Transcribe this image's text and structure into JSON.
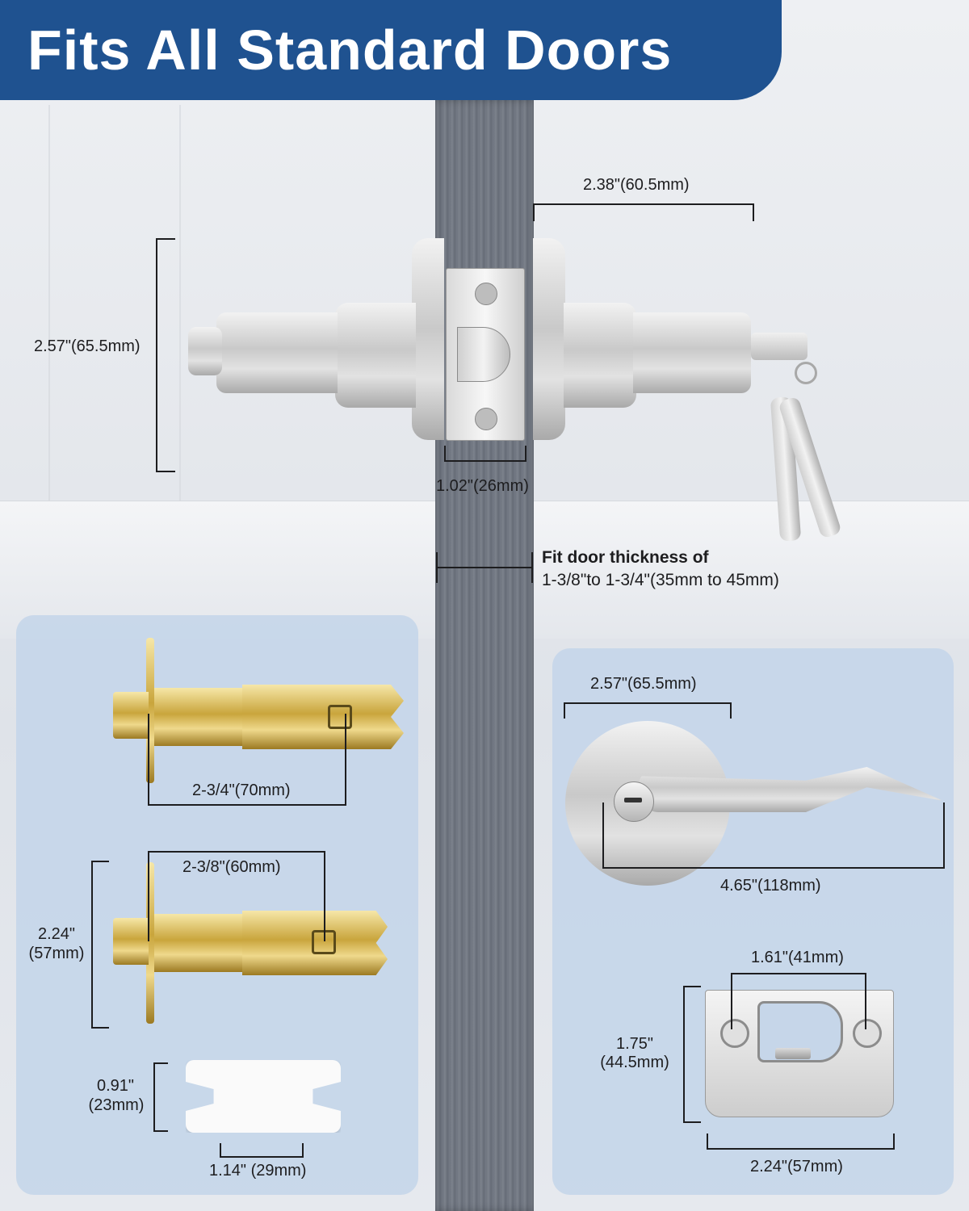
{
  "banner": {
    "title": "Fits All Standard Doors"
  },
  "colors": {
    "banner": "#1f5290",
    "panel": "#c6d6e9",
    "door": "#737985"
  },
  "main_assembly": {
    "knob_height": "2.57\"(65.5mm)",
    "projection": "2.38\"(60.5mm)",
    "faceplate_width": "1.02\"(26mm)",
    "door_thickness_title": "Fit door thickness of",
    "door_thickness_range": "1-3/8\"to 1-3/4\"(35mm to 45mm)"
  },
  "latch_panel": {
    "backset_70": "2-3/4\"(70mm)",
    "backset_60": "2-3/8\"(60mm)",
    "latch_height_in": "2.24\"",
    "latch_height_mm": "(57mm)",
    "spacer_height_in": "0.91\"",
    "spacer_height_mm": "(23mm)",
    "spacer_width": "1.14\" (29mm)"
  },
  "lever_panel": {
    "rose_diameter": "2.57\"(65.5mm)",
    "lever_length": "4.65\"(118mm)",
    "strike_hole_spacing": "1.61\"(41mm)",
    "strike_height_in": "1.75\"",
    "strike_height_mm": "(44.5mm)",
    "strike_width": "2.24\"(57mm)"
  }
}
